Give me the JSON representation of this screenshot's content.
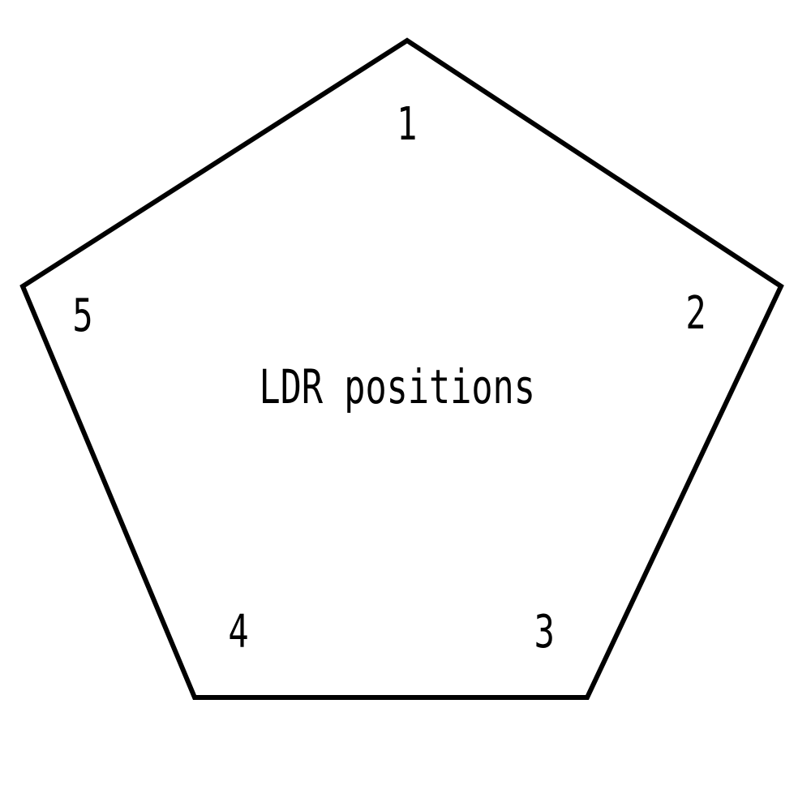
{
  "diagram": {
    "title": "LDR positions",
    "positions": [
      {
        "label": "1"
      },
      {
        "label": "2"
      },
      {
        "label": "3"
      },
      {
        "label": "4"
      },
      {
        "label": "5"
      }
    ],
    "colors": {
      "stroke": "#000000",
      "background": "#ffffff"
    }
  }
}
